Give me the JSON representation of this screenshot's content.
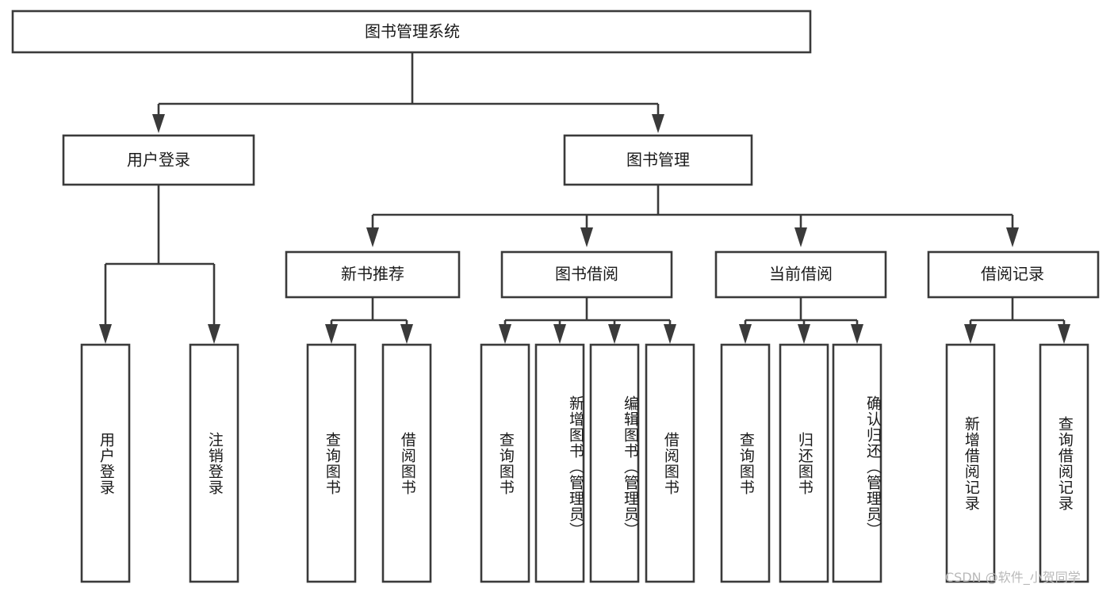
{
  "diagram": {
    "title": "图书管理系统",
    "type": "function-structure-tree",
    "watermark": "CSDN @软件_小贺同学",
    "colors": {
      "background": "#ffffff",
      "box_fill": "#ffffff",
      "box_stroke": "#3a3a3a",
      "text": "#1a1a1a",
      "watermark": "#b9b9b9"
    },
    "levels": {
      "root": {
        "label": "图书管理系统"
      },
      "level2": [
        {
          "id": "user-login",
          "label": "用户登录"
        },
        {
          "id": "book-management",
          "label": "图书管理"
        }
      ],
      "level3": [
        {
          "id": "new-book-recommend",
          "label": "新书推荐",
          "parent": "book-management"
        },
        {
          "id": "book-borrow",
          "label": "图书借阅",
          "parent": "book-management"
        },
        {
          "id": "current-borrow",
          "label": "当前借阅",
          "parent": "book-management"
        },
        {
          "id": "borrow-record",
          "label": "借阅记录",
          "parent": "book-management"
        }
      ],
      "leaves": [
        {
          "id": "leaf-user-login",
          "label": "用户登录",
          "parent": "user-login"
        },
        {
          "id": "leaf-logout",
          "label": "注销登录",
          "parent": "user-login"
        },
        {
          "id": "leaf-query-book-1",
          "label": "查询图书",
          "parent": "new-book-recommend"
        },
        {
          "id": "leaf-borrow-book-1",
          "label": "借阅图书",
          "parent": "new-book-recommend"
        },
        {
          "id": "leaf-query-book-2",
          "label": "查询图书",
          "parent": "book-borrow"
        },
        {
          "id": "leaf-add-book",
          "label": "新增图书（管理员）",
          "parent": "book-borrow"
        },
        {
          "id": "leaf-edit-book",
          "label": "编辑图书（管理员）",
          "parent": "book-borrow"
        },
        {
          "id": "leaf-borrow-book-2",
          "label": "借阅图书",
          "parent": "book-borrow"
        },
        {
          "id": "leaf-query-book-3",
          "label": "查询图书",
          "parent": "current-borrow"
        },
        {
          "id": "leaf-return-book",
          "label": "归还图书",
          "parent": "current-borrow"
        },
        {
          "id": "leaf-confirm-return",
          "label": "确认归还（管理员）",
          "parent": "current-borrow"
        },
        {
          "id": "leaf-add-record",
          "label": "新增借阅记录",
          "parent": "borrow-record"
        },
        {
          "id": "leaf-query-record",
          "label": "查询借阅记录",
          "parent": "borrow-record"
        }
      ]
    }
  }
}
